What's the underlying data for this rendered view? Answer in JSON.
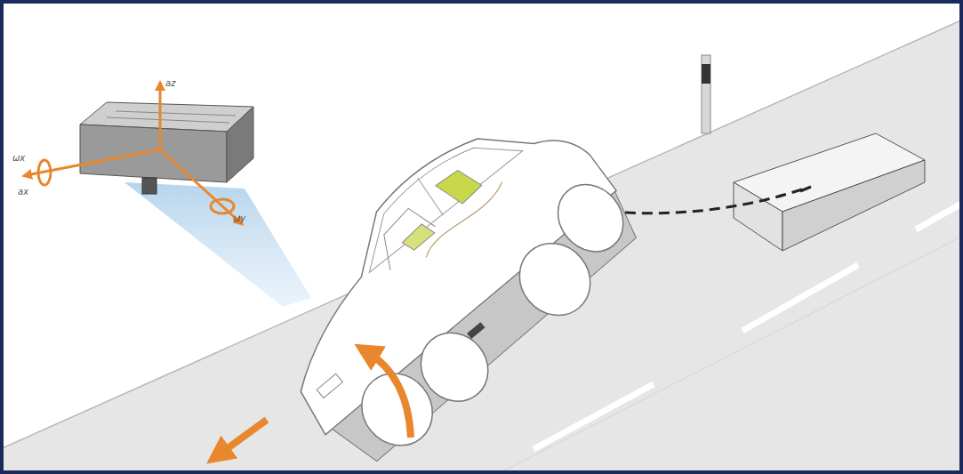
{
  "diagram": {
    "labels": [
      "az",
      "ωx",
      "ax",
      "ωy"
    ]
  }
}
